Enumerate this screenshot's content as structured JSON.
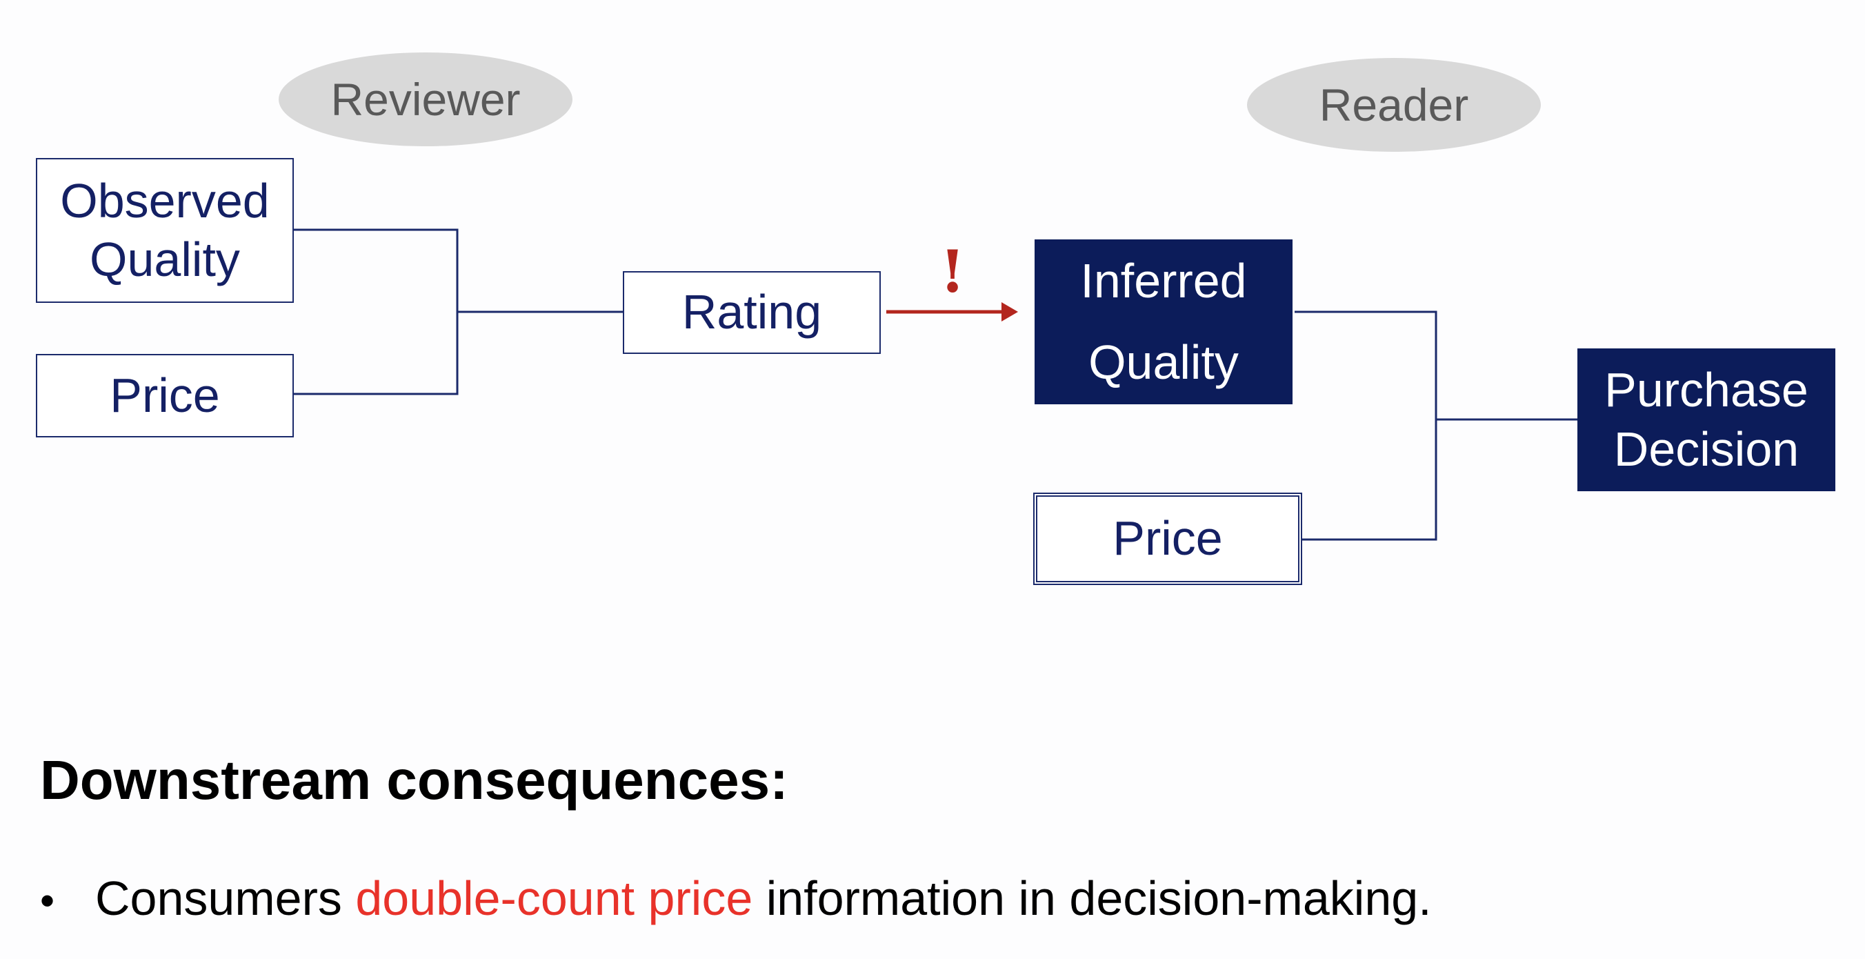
{
  "diagram": {
    "roles": {
      "reviewer": "Reviewer",
      "reader": "Reader"
    },
    "reviewer_inputs": {
      "observed_quality": "Observed\nQuality",
      "price": "Price"
    },
    "rating": "Rating",
    "warning_mark": "!",
    "reader_side": {
      "inferred_quality": "Inferred\nQuality",
      "price": "Price",
      "purchase_decision": "Purchase\nDecision"
    },
    "colors": {
      "navy": "#0c1c5a",
      "arrow_red": "#b3261e",
      "highlight_red": "#e8322a",
      "role_ellipse": "#d9d9d9"
    }
  },
  "consequences": {
    "heading": "Downstream consequences:",
    "bullets": [
      {
        "prefix": "Consumers ",
        "highlight": "double-count price",
        "suffix": " information in decision-making."
      }
    ]
  }
}
